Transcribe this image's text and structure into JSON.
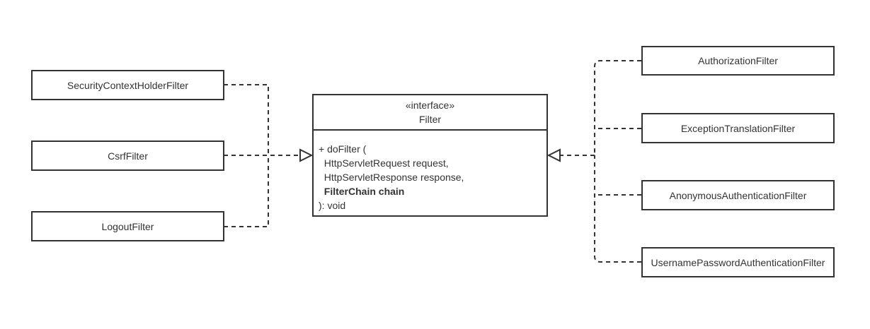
{
  "interface": {
    "stereotype": "«interface»",
    "name": "Filter",
    "method_lines": [
      "+ doFilter (",
      "  HttpServletRequest request,",
      "  HttpServletResponse response,",
      "  FilterChain chain",
      "): void"
    ]
  },
  "left_filters": [
    {
      "label": "SecurityContextHolderFilter"
    },
    {
      "label": "CsrfFilter"
    },
    {
      "label": "LogoutFilter"
    }
  ],
  "right_filters": [
    {
      "label": "AuthorizationFilter"
    },
    {
      "label": "ExceptionTranslationFilter"
    },
    {
      "label": "AnonymousAuthenticationFilter"
    },
    {
      "label": "UsernamePasswordAuthenticationFilter"
    }
  ],
  "colors": {
    "stroke": "#333333",
    "background": "#ffffff"
  }
}
